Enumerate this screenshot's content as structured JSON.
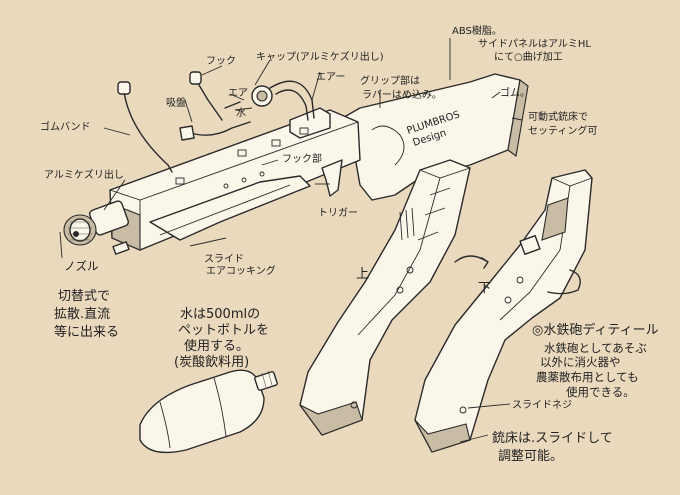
{
  "labels": {
    "abs": "ABS樹脂。",
    "side_panel_1": "サイドパネルはアルミHL",
    "side_panel_2": "にて○曲げ加工",
    "cap": "キャップ(アルミケズリ出し)",
    "hook_top": "フック",
    "air_1": "エア",
    "air_2": "エアー",
    "water": "水",
    "knob": "吸盤",
    "grip_1": "グリップ部は",
    "grip_2": "ラバーはめ込み。",
    "rubber": "ゴム。",
    "stock_1": "可動式銃床で",
    "stock_2": "セッティング可",
    "rubber_band": "ゴムバンド",
    "hook_side": "フック部",
    "aluminum_nozzle": "アルミケズリ出し",
    "trigger": "トリガー",
    "slide_1": "スライド",
    "slide_2": "エアコッキング",
    "nozzle": "ノズル",
    "nozzle_note_1": "切替式で",
    "nozzle_note_2": "拡散.直流",
    "nozzle_note_3": "等に出来る",
    "water_note_1": "水は500mlの",
    "water_note_2": "ペットボトルを",
    "water_note_3": "使用する。",
    "water_note_4": "(炭酸飲料用)",
    "up": "上",
    "down": "下",
    "title": "◎水鉄砲ディティール",
    "title_note_1": "水鉄砲としてあそぶ",
    "title_note_2": "以外に消火器や",
    "title_note_3": "農薬散布用としても",
    "title_note_4": "使用できる。",
    "slide_screw": "スライドネジ",
    "stock_note_1": "銃床は.スライドして",
    "stock_note_2": "調整可能。",
    "brand_1": "PLUMBROS",
    "brand_2": "Design"
  }
}
